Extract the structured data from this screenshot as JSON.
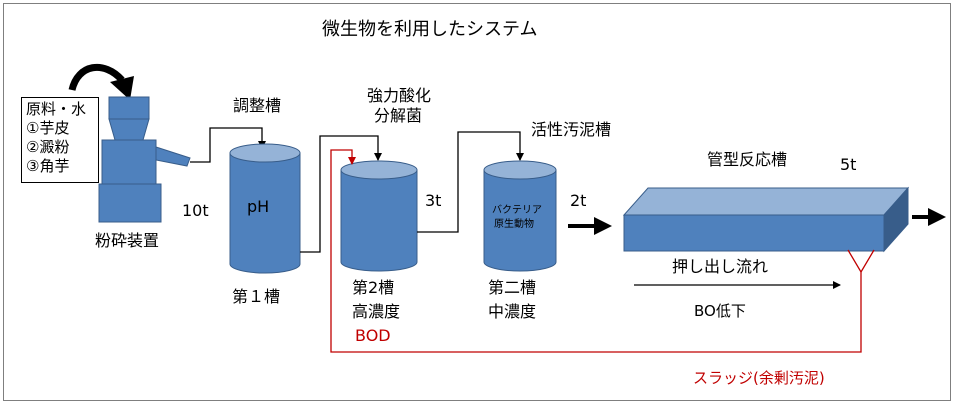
{
  "title": "微生物を利用したシステム",
  "input_box": {
    "lines": [
      "原料・水",
      "①芋皮",
      "②澱粉",
      "③角芋"
    ]
  },
  "crusher_label": "粉砕装置",
  "flow_10t": "10t",
  "tank1": {
    "name": "調整槽",
    "inner": "pH",
    "caption": "第１槽"
  },
  "tank2": {
    "name_line1": "強力酸化",
    "name_line2": "分解菌",
    "caption_line1": "第2槽",
    "caption_line2": "高濃度",
    "caption_line3": "BOD"
  },
  "flow_3t": "3t",
  "tank3": {
    "name": "活性汚泥槽",
    "inner_line1": "バクテリア",
    "inner_line2": "原生動物",
    "caption_line1": "第二槽",
    "caption_line2": "中濃度"
  },
  "flow_2t": "2t",
  "reactor": {
    "name": "管型反応槽",
    "capacity": "5t",
    "push_label": "押し出し流れ",
    "bo_label": "BO低下"
  },
  "sludge_label": "スラッジ(余剰汚泥)",
  "colors": {
    "tank_fill": "#4f81bd",
    "tank_top": "#95b3d7",
    "tank_stroke": "#385d8a",
    "sludge_line": "#c00000"
  }
}
